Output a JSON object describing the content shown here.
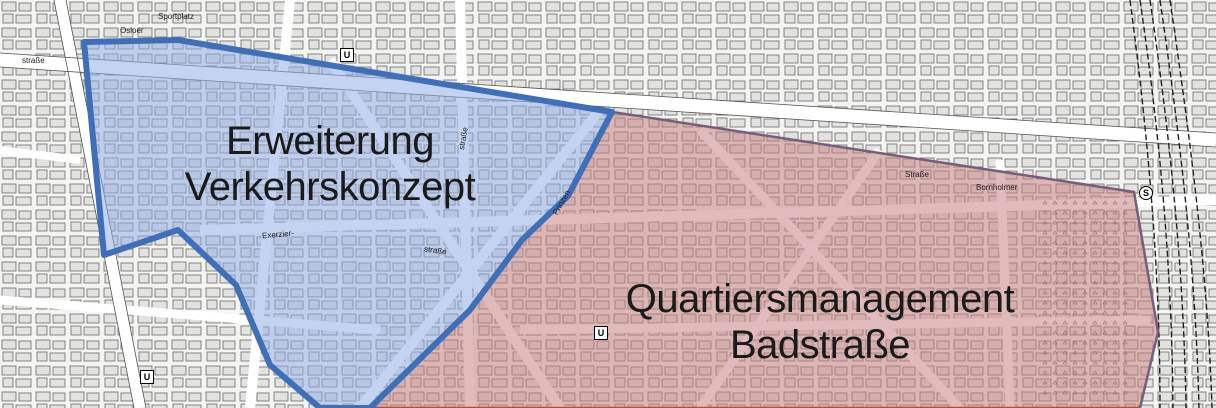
{
  "areas": {
    "erweiterung": {
      "line1": "Erweiterung",
      "line2": "Verkehrskonzept",
      "color": "#3f6fb8",
      "fill": "#a9bde6"
    },
    "quartier": {
      "line1": "Quartiersmanagement",
      "line2": "Badstraße",
      "color": "#c44a2e",
      "fill": "#d9a7a7"
    }
  },
  "streets": {
    "osloer": "Osloer",
    "strasse_left": "straße",
    "exerzier": "Exerzier-",
    "strasse_mid": "straße",
    "bornholmer": "Bornholmer",
    "strasse_right": "Straße",
    "prinzen": "Prinzen",
    "sportplatz": "Sportplatz",
    "strasse_vert": "straße"
  },
  "stations": {
    "u_top": "U",
    "u_bottom": "U",
    "u_left": "U",
    "s_right": "S"
  }
}
